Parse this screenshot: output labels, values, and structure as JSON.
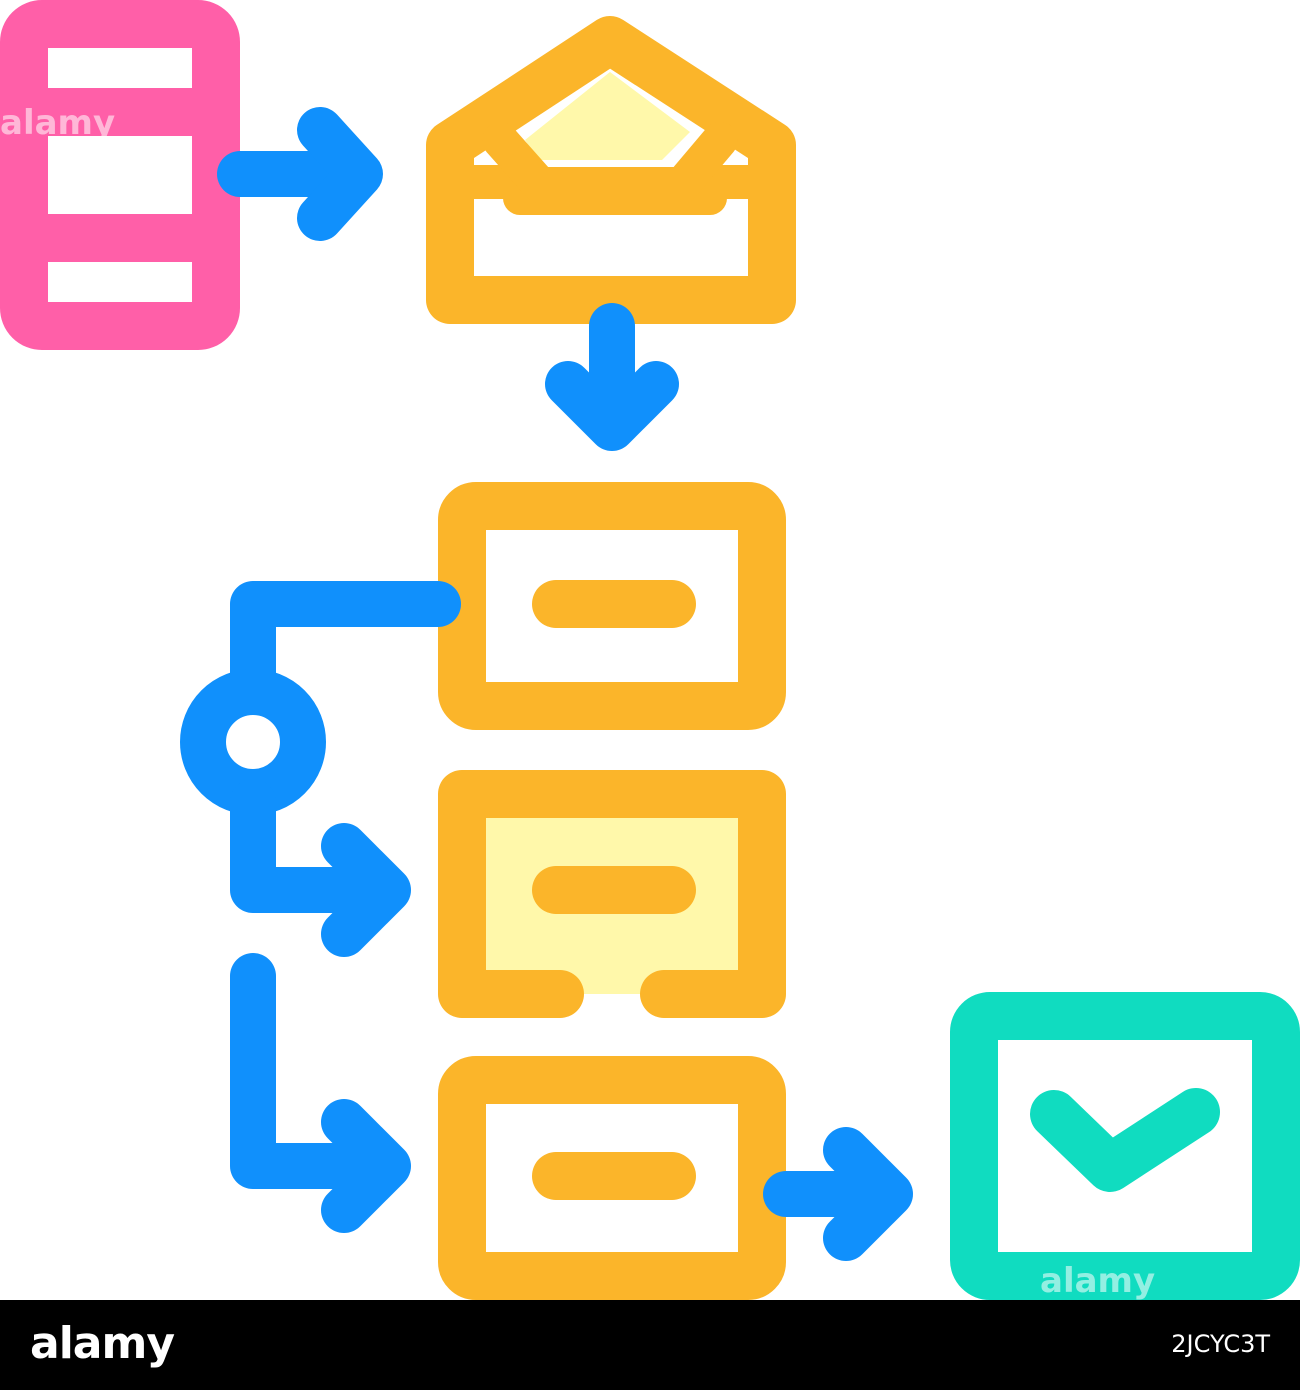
{
  "diagram": {
    "nodes": [
      {
        "id": "list-document",
        "icon": "list-document-icon",
        "color": "#ff5fa8"
      },
      {
        "id": "envelope-inbox",
        "icon": "open-envelope-icon",
        "color": "#fbb52a",
        "fill": "#fff8aa"
      },
      {
        "id": "step-1",
        "icon": "task-box-icon",
        "color": "#fbb52a"
      },
      {
        "id": "step-2",
        "icon": "task-box-icon",
        "color": "#fbb52a",
        "fill": "#fff8aa"
      },
      {
        "id": "step-3",
        "icon": "task-box-icon",
        "color": "#fbb52a"
      },
      {
        "id": "done",
        "icon": "checkmark-icon",
        "color": "#10dcc0"
      }
    ],
    "connector_color": "#1090fc",
    "decision_node": {
      "icon": "circle-junction-icon"
    }
  },
  "watermark": {
    "text": "alamy"
  },
  "footer": {
    "logo": "alamy",
    "image_id": "2JCYC3T",
    "background": "#000000"
  }
}
